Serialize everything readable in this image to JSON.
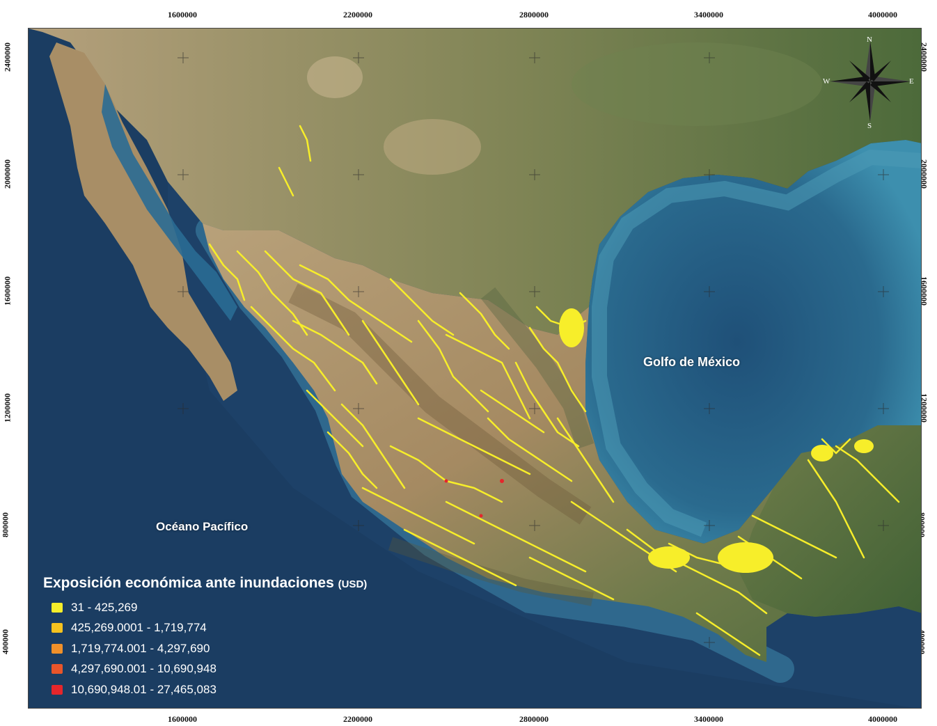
{
  "map": {
    "ocean_labels": {
      "gulf": "Golfo de México",
      "pacific": "Océano Pacífico"
    },
    "x_ticks": [
      "1600000",
      "2200000",
      "2800000",
      "3400000",
      "4000000"
    ],
    "y_ticks": [
      "2400000",
      "2000000",
      "1600000",
      "1200000",
      "800000",
      "400000"
    ],
    "north_arrow": {
      "n": "N",
      "s": "S",
      "e": "E",
      "w": "W",
      "icon": "compass-rose-icon"
    },
    "legend": {
      "title": "Exposición económica ante inundaciones",
      "unit": "(USD)",
      "classes": [
        {
          "label": "31 - 425,269",
          "color": "#f7ee2a"
        },
        {
          "label": "425,269.0001 - 1,719,774",
          "color": "#f5c21e"
        },
        {
          "label": "1,719,774.001 - 4,297,690",
          "color": "#f0902a"
        },
        {
          "label": "4,297,690.001 - 10,690,948",
          "color": "#e8552a"
        },
        {
          "label": "10,690,948.01 - 27,465,083",
          "color": "#e5262b"
        }
      ]
    },
    "colors": {
      "ocean_deep": "#1b3f66",
      "ocean_shelf": "#3a86a8",
      "land_dry": "#b49a72",
      "land_green": "#5e7444",
      "river": "#f7ee2a"
    }
  }
}
